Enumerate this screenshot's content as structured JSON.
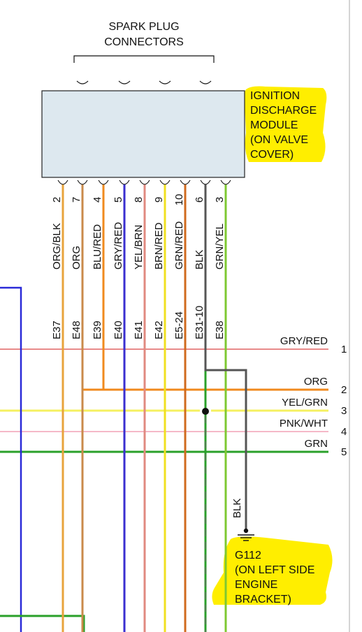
{
  "header": {
    "line1": "SPARK PLUG",
    "line2": "CONNECTORS"
  },
  "module": {
    "fill": "#dde8ef",
    "label_lines": [
      "IGNITION",
      "DISCHARGE",
      "MODULE",
      "(ON VALVE",
      "COVER)"
    ]
  },
  "pins": [
    {
      "pin": "2",
      "wire": "ORG/BLK",
      "circuit": "E37",
      "color": "#e8a33c"
    },
    {
      "pin": "7",
      "wire": "ORG",
      "circuit": "E48",
      "color": "#c98a4a"
    },
    {
      "pin": "4",
      "wire": "BLU/RED",
      "circuit": "E39",
      "color": "#f08a1e"
    },
    {
      "pin": "5",
      "wire": "GRY/RED",
      "circuit": "E40",
      "color": "#3a2fd0"
    },
    {
      "pin": "8",
      "wire": "YEL/BRN",
      "circuit": "E41",
      "color": "#e08a80"
    },
    {
      "pin": "9",
      "wire": "BRN/RED",
      "circuit": "E42",
      "color": "#f0e020"
    },
    {
      "pin": "10",
      "wire": "GRN/RED",
      "circuit": "E5-24",
      "color": "#d06a1e"
    },
    {
      "pin": "6",
      "wire": "BLK",
      "circuit": "E31-10",
      "color": "#2aa02a"
    },
    {
      "pin": "3",
      "wire": "GRN/YEL",
      "circuit": "E38",
      "color": "#555555"
    }
  ],
  "grn_yel_color": "#7ec832",
  "buses": [
    {
      "num": "1",
      "label": "GRY/RED",
      "color": "#e88a8a"
    },
    {
      "num": "2",
      "label": "ORG",
      "color": "#f08a1e"
    },
    {
      "num": "3",
      "label": "YEL/GRN",
      "color": "#f5f060"
    },
    {
      "num": "4",
      "label": "PNK/WHT",
      "color": "#f5b8c8"
    },
    {
      "num": "5",
      "label": "GRN",
      "color": "#2aa02a"
    }
  ],
  "ground": {
    "wire": "BLK",
    "label_lines": [
      "G112",
      "(ON LEFT SIDE",
      "ENGINE",
      "BRACKET)"
    ]
  },
  "left_wire_color": "#2a2ad8",
  "green_wire_color": "#2aa02a",
  "highlight_color": "#ffee00"
}
